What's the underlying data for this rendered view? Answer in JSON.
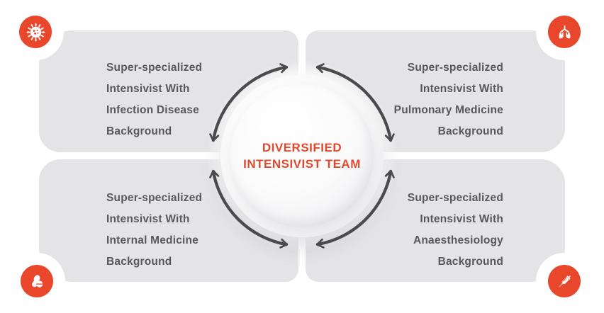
{
  "diagram_title": "DIVERSIFIED INTENSIVIST TEAM",
  "center": {
    "line1": "DIVERSIFIED",
    "line2": "INTENSIVIST TEAM"
  },
  "quadrants": [
    {
      "position": "top-left",
      "icon": "virus-icon",
      "lines": [
        "Super-specialized",
        "Intensivist With",
        "Infection Disease",
        "Background"
      ]
    },
    {
      "position": "top-right",
      "icon": "lungs-icon",
      "lines": [
        "Super-specialized",
        "Intensivist With",
        "Pulmonary Medicine",
        "Background"
      ]
    },
    {
      "position": "bottom-left",
      "icon": "pills-icon",
      "lines": [
        "Super-specialized",
        "Intensivist With",
        "Internal Medicine",
        "Background"
      ]
    },
    {
      "position": "bottom-right",
      "icon": "syringe-icon",
      "lines": [
        "Super-specialized",
        "Intensivist With",
        "Anaesthesiology",
        "Background"
      ]
    }
  ],
  "arrows": {
    "count": 4,
    "style": "double-headed curved arrows circling the center"
  },
  "colors": {
    "accent": "#E8472B",
    "panel_bg": "#E4E4E6",
    "arrow": "#4B4B4D",
    "heading_text": "#58585A",
    "center_text": "#E2492C",
    "canvas_bg": "#FFFFFF"
  }
}
